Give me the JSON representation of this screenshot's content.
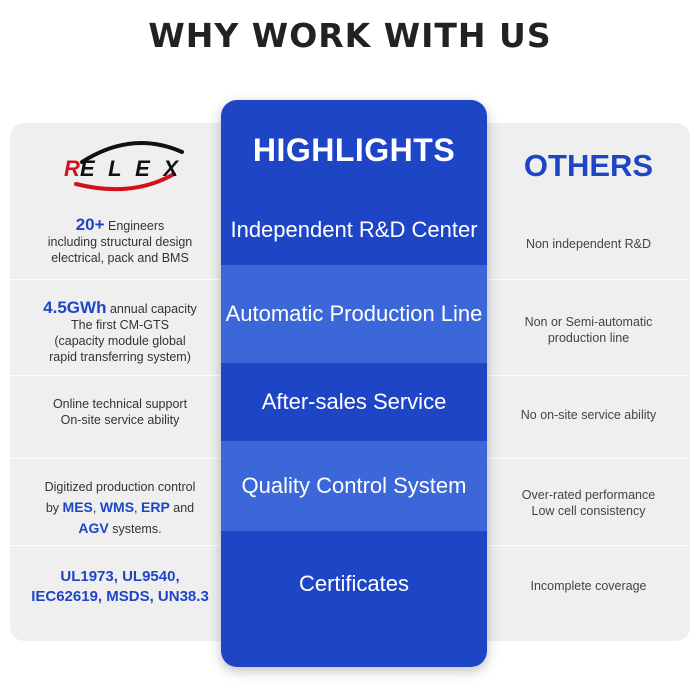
{
  "title": "WHY WORK WITH US",
  "brand": {
    "logo_text": "RELEX"
  },
  "highlights_header": "HIGHLIGHTS",
  "others_header": "OTHERS",
  "rows": [
    {
      "highlight": "Independent R&D Center",
      "relex": {
        "big": "20+",
        "line1_rest": " Engineers",
        "line2": "including structural design",
        "line3": "electrical, pack and BMS"
      },
      "other": "Non independent R&D"
    },
    {
      "highlight": "Automatic Production Line",
      "relex": {
        "big": "4.5GWh",
        "line1_rest": " annual capacity",
        "line2": "The first CM-GTS",
        "line3": "(capacity module global",
        "line4": "rapid transferring system)"
      },
      "other_line1": "Non or Semi-automatic",
      "other_line2": "production line"
    },
    {
      "highlight": "After-sales Service",
      "relex": {
        "line1": "Online technical support",
        "line2": "On-site service ability"
      },
      "other": "No on-site service ability"
    },
    {
      "highlight": "Quality Control System",
      "relex": {
        "line1": "Digitized production control",
        "by": "by ",
        "mes": "MES",
        "comma1": ", ",
        "wms": "WMS",
        "comma2": ", ",
        "erp": "ERP",
        "and": " and",
        "agv": "AGV",
        "systems": " systems."
      },
      "other_line1": "Over-rated performance",
      "other_line2": "Low cell consistency"
    },
    {
      "highlight": "Certificates",
      "relex": {
        "line1": "UL1973, UL9540,",
        "line2": "IEC62619, MSDS, UN38.3"
      },
      "other": "Incomplete coverage"
    }
  ],
  "colors": {
    "primary_blue": "#1f45c7",
    "light_blue": "#3b67d9",
    "panel_gray": "#efefef",
    "logo_red": "#d0131a"
  }
}
